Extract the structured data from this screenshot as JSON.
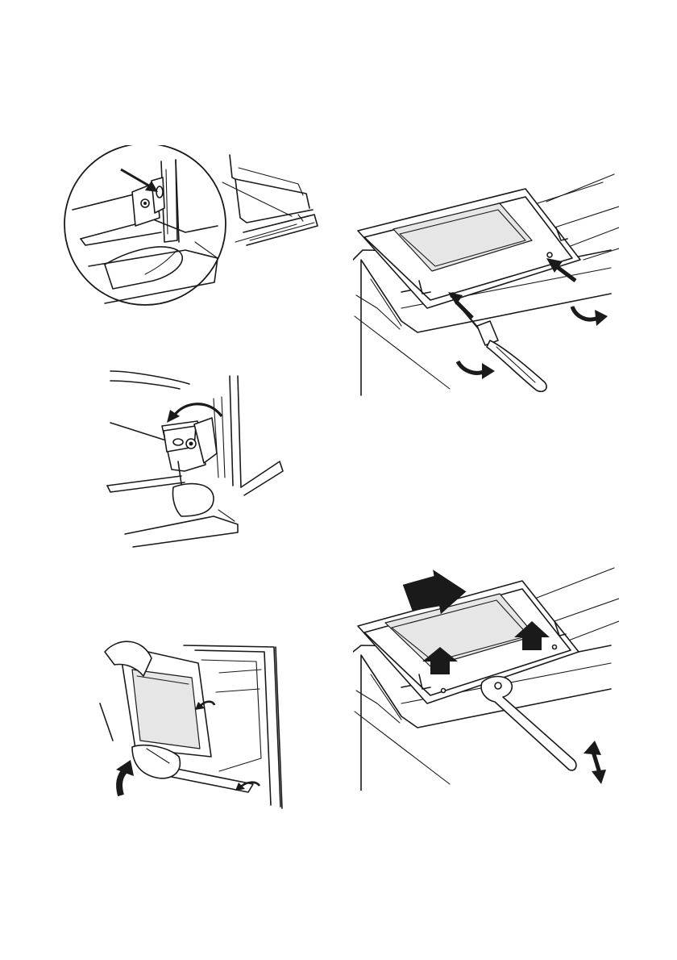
{
  "page": {
    "background": "#ffffff",
    "line_color": "#1a1a1a",
    "arrow_color": "#1a1a1a"
  },
  "figures": [
    {
      "id": "hinge-magnified",
      "icons": [
        "magnifier-circle-icon",
        "pointer-arrow-icon"
      ]
    },
    {
      "id": "hinge-lever-flip",
      "icons": [
        "rotate-arrow-icon"
      ]
    },
    {
      "id": "door-lift-off",
      "icons": [
        "up-arrow-icon",
        "curved-arrow-icon"
      ]
    },
    {
      "id": "door-screws-removal",
      "icons": [
        "screwdriver-icon",
        "pointer-arrow-icon",
        "rotate-arrow-icon"
      ]
    },
    {
      "id": "door-glass-removal",
      "icons": [
        "up-arrow-icon",
        "wrench-icon",
        "double-arrow-icon"
      ]
    }
  ]
}
